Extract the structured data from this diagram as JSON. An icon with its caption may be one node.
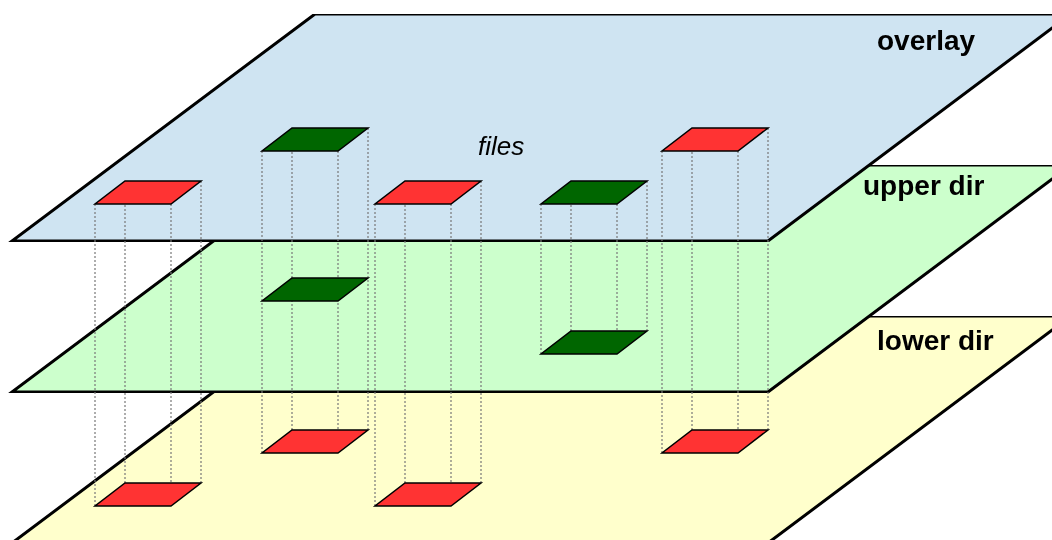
{
  "diagram": {
    "nodes": [
      {
        "text": [
          "lower dir"
        ]
      },
      {
        "text": [
          "upper dir"
        ]
      },
      {
        "text": [
          "overlay"
        ]
      }
    ],
    "labels": [
      "files"
    ]
  }
}
